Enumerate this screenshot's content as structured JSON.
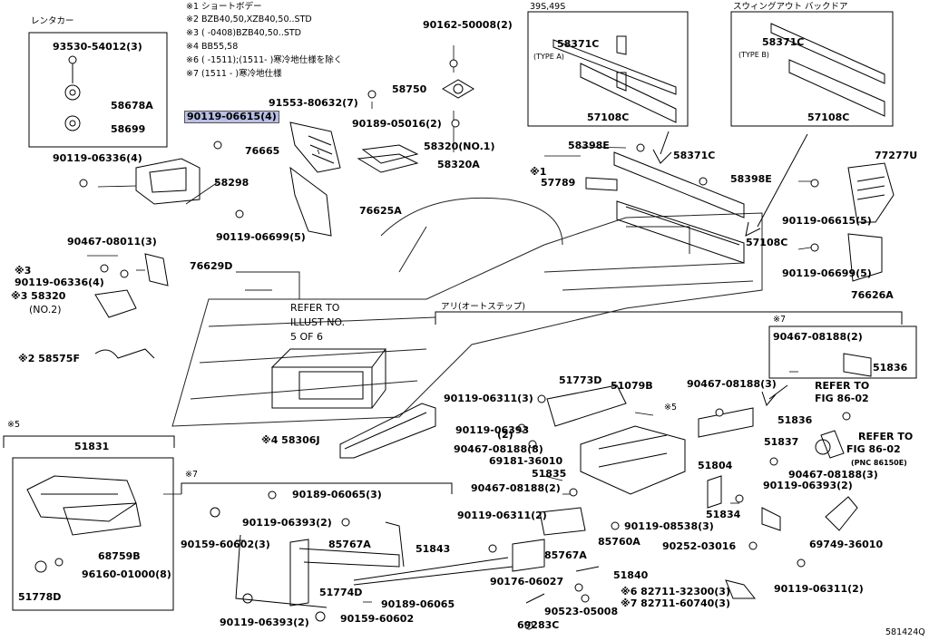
{
  "notes": {
    "n1": "※1 ショートボデー",
    "n2": "※2 BZB40,50,XZB40,50..STD",
    "n3": "※3 (      -0408)BZB40,50..STD",
    "n4": "※4 BB55,58",
    "n5": "※6 (     -1511);(1511-    )寒冷地仕様を除く",
    "n6": "※7 (1511 -    )寒冷地仕様"
  },
  "headers": {
    "rental": "レンタカー",
    "s39": "39S,49S",
    "swing": "スウィングアウト バックドア",
    "ari": "アリ(オートステップ)",
    "m5a": "※5",
    "m5b": "※5",
    "m7a": "※7",
    "m7b": "※7",
    "ref1": "REFER TO",
    "ref2": "ILLUST NO.",
    "ref3": "5 OF 6",
    "ref4": "REFER TO",
    "ref5": "FIG 86-02",
    "ref6": "REFER TO",
    "ref7": "FIG 86-02",
    "ref8": "(PNC 86150E)",
    "code": "581424Q"
  },
  "parts": [
    {
      "id": "p1",
      "text": "93530-54012(3)"
    },
    {
      "id": "p2",
      "text": "58678A"
    },
    {
      "id": "p3",
      "text": "58699"
    },
    {
      "id": "p4",
      "text": "90119-06615(4)"
    },
    {
      "id": "p5",
      "text": "91553-80632(7)"
    },
    {
      "id": "p6",
      "text": "90162-50008(2)"
    },
    {
      "id": "p7",
      "text": "58750"
    },
    {
      "id": "p8",
      "text": "90189-05016(2)"
    },
    {
      "id": "p9",
      "text": "58320(NO.1)"
    },
    {
      "id": "p10",
      "text": "58320A"
    },
    {
      "id": "p11",
      "text": "76665"
    },
    {
      "id": "p12",
      "text": "90119-06336(4)"
    },
    {
      "id": "p13",
      "text": "58298"
    },
    {
      "id": "p14",
      "text": "76625A"
    },
    {
      "id": "p15",
      "text": "90119-06699(5)"
    },
    {
      "id": "p16",
      "text": "90467-08011(3)"
    },
    {
      "id": "p17",
      "text": "76629D"
    },
    {
      "id": "p18",
      "text": "※3"
    },
    {
      "id": "p19",
      "text": "90119-06336(4)"
    },
    {
      "id": "p20",
      "text": "※3 58320"
    },
    {
      "id": "p21",
      "text": "(NO.2)"
    },
    {
      "id": "p22",
      "text": "※2 58575F"
    },
    {
      "id": "p23",
      "text": "58371C"
    },
    {
      "id": "p24",
      "text": "(TYPE A)"
    },
    {
      "id": "p25",
      "text": "57108C"
    },
    {
      "id": "p26",
      "text": "58371C"
    },
    {
      "id": "p27",
      "text": "(TYPE B)"
    },
    {
      "id": "p28",
      "text": "57108C"
    },
    {
      "id": "p29",
      "text": "58398E"
    },
    {
      "id": "p30",
      "text": "58371C"
    },
    {
      "id": "p31",
      "text": "58398E"
    },
    {
      "id": "p32",
      "text": "※1"
    },
    {
      "id": "p33",
      "text": "57789"
    },
    {
      "id": "p34",
      "text": "57108C"
    },
    {
      "id": "p35",
      "text": "77277U"
    },
    {
      "id": "p36",
      "text": "90119-06615(5)"
    },
    {
      "id": "p37",
      "text": "90119-06699(5)"
    },
    {
      "id": "p38",
      "text": "76626A"
    },
    {
      "id": "p39",
      "text": "90467-08188(2)"
    },
    {
      "id": "p40",
      "text": "51836"
    },
    {
      "id": "p41",
      "text": "51773D"
    },
    {
      "id": "p42",
      "text": "51079B"
    },
    {
      "id": "p43",
      "text": "90467-08188(3)"
    },
    {
      "id": "p44",
      "text": "90119-06311(3)"
    },
    {
      "id": "p45",
      "text": "90119-06393"
    },
    {
      "id": "p46",
      "text": "(2)"
    },
    {
      "id": "p47",
      "text": "90467-08188(8)"
    },
    {
      "id": "p48",
      "text": "69181-36010"
    },
    {
      "id": "p49",
      "text": "51835"
    },
    {
      "id": "p50",
      "text": "51836"
    },
    {
      "id": "p51",
      "text": "51837"
    },
    {
      "id": "p52",
      "text": "※4 58306J"
    },
    {
      "id": "p53",
      "text": "51831"
    },
    {
      "id": "p54",
      "text": "68759B"
    },
    {
      "id": "p55",
      "text": "96160-01000(8)"
    },
    {
      "id": "p56",
      "text": "51778D"
    },
    {
      "id": "p57",
      "text": "90189-06065(3)"
    },
    {
      "id": "p58",
      "text": "90119-06393(2)"
    },
    {
      "id": "p59",
      "text": "90159-60602(3)"
    },
    {
      "id": "p60",
      "text": "85767A"
    },
    {
      "id": "p61",
      "text": "51843"
    },
    {
      "id": "p62",
      "text": "51774D"
    },
    {
      "id": "p63",
      "text": "90189-06065"
    },
    {
      "id": "p64",
      "text": "90119-06393(2)"
    },
    {
      "id": "p65",
      "text": "90159-60602"
    },
    {
      "id": "p66",
      "text": "90467-08188(2)"
    },
    {
      "id": "p67",
      "text": "51804"
    },
    {
      "id": "p68",
      "text": "90467-08188(3)"
    },
    {
      "id": "p69",
      "text": "90119-06393(2)"
    },
    {
      "id": "p70",
      "text": "51834"
    },
    {
      "id": "p71",
      "text": "90119-06311(2)"
    },
    {
      "id": "p72",
      "text": "85760A"
    },
    {
      "id": "p73",
      "text": "90119-08538(3)"
    },
    {
      "id": "p74",
      "text": "85767A"
    },
    {
      "id": "p75",
      "text": "90252-03016"
    },
    {
      "id": "p76",
      "text": "69749-36010"
    },
    {
      "id": "p77",
      "text": "90176-06027"
    },
    {
      "id": "p78",
      "text": "51840"
    },
    {
      "id": "p79",
      "text": "※6 82711-32300(3)"
    },
    {
      "id": "p80",
      "text": "※7 82711-60740(3)"
    },
    {
      "id": "p81",
      "text": "90523-05008"
    },
    {
      "id": "p82",
      "text": "69283C"
    },
    {
      "id": "p83",
      "text": "90119-06311(2)"
    }
  ]
}
